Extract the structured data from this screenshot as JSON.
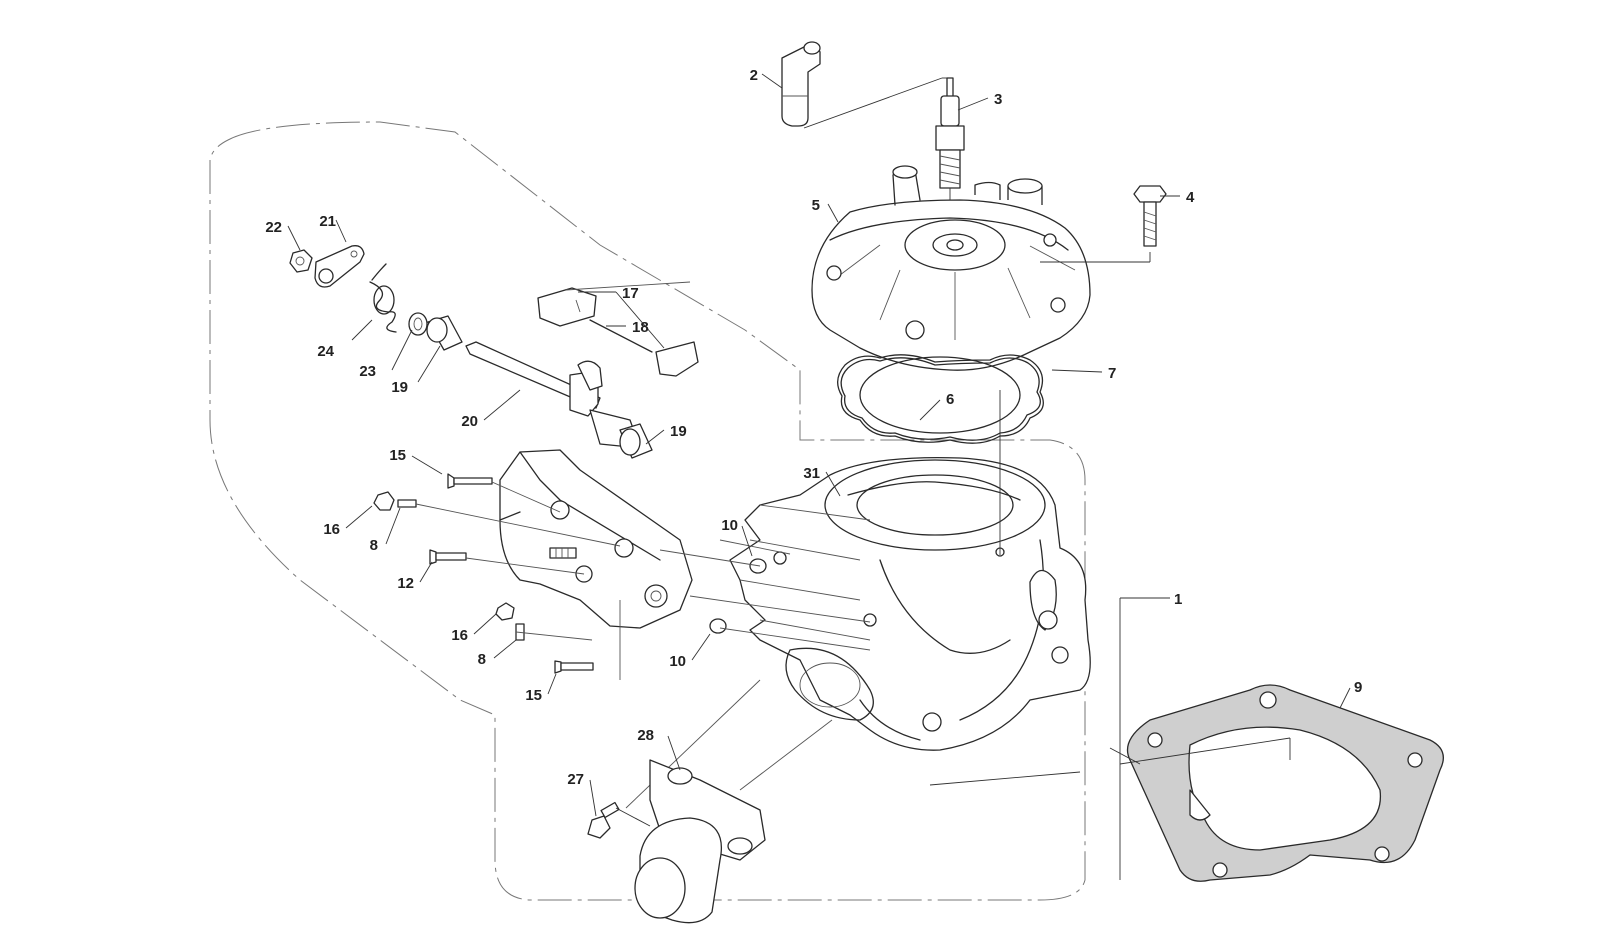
{
  "callouts": [
    {
      "id": "c2",
      "text": "2"
    },
    {
      "id": "c3",
      "text": "3"
    },
    {
      "id": "c4",
      "text": "4"
    },
    {
      "id": "c5",
      "text": "5"
    },
    {
      "id": "c6",
      "text": "6"
    },
    {
      "id": "c7",
      "text": "7"
    },
    {
      "id": "c1",
      "text": "1"
    },
    {
      "id": "c9",
      "text": "9"
    },
    {
      "id": "c31",
      "text": "31"
    },
    {
      "id": "c22",
      "text": "22"
    },
    {
      "id": "c21",
      "text": "21"
    },
    {
      "id": "c17",
      "text": "17"
    },
    {
      "id": "c18",
      "text": "18"
    },
    {
      "id": "c24",
      "text": "24"
    },
    {
      "id": "c23",
      "text": "23"
    },
    {
      "id": "c19a",
      "text": "19"
    },
    {
      "id": "c20",
      "text": "20"
    },
    {
      "id": "c19b",
      "text": "19"
    },
    {
      "id": "c15a",
      "text": "15"
    },
    {
      "id": "c16a",
      "text": "16"
    },
    {
      "id": "c8a",
      "text": "8"
    },
    {
      "id": "c12",
      "text": "12"
    },
    {
      "id": "c16b",
      "text": "16"
    },
    {
      "id": "c8b",
      "text": "8"
    },
    {
      "id": "c15b",
      "text": "15"
    },
    {
      "id": "c10a",
      "text": "10"
    },
    {
      "id": "c10b",
      "text": "10"
    },
    {
      "id": "c28",
      "text": "28"
    },
    {
      "id": "c27",
      "text": "27"
    }
  ]
}
